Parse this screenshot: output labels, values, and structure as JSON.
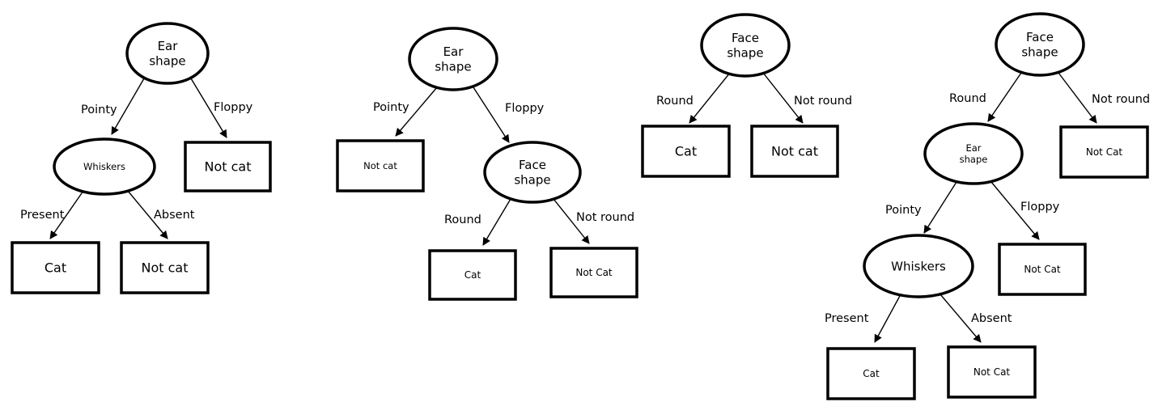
{
  "trees": [
    {
      "nodes": [
        {
          "id": "t1n1",
          "text": "Ear\nshape"
        },
        {
          "id": "t1n2",
          "text": "Whiskers"
        },
        {
          "id": "t1n3",
          "text": "Not cat"
        },
        {
          "id": "t1n4",
          "text": "Cat"
        },
        {
          "id": "t1n5",
          "text": "Not cat"
        }
      ],
      "edges": [
        {
          "from": "t1n1",
          "to": "t1n2",
          "label": "Pointy"
        },
        {
          "from": "t1n1",
          "to": "t1n3",
          "label": "Floppy"
        },
        {
          "from": "t1n2",
          "to": "t1n4",
          "label": "Present"
        },
        {
          "from": "t1n2",
          "to": "t1n5",
          "label": "Absent"
        }
      ]
    },
    {
      "nodes": [
        {
          "id": "t2n1",
          "text": "Ear\nshape"
        },
        {
          "id": "t2n2",
          "text": "Not cat"
        },
        {
          "id": "t2n3",
          "text": "Face\nshape"
        },
        {
          "id": "t2n4",
          "text": "Cat"
        },
        {
          "id": "t2n5",
          "text": "Not Cat"
        }
      ],
      "edges": [
        {
          "from": "t2n1",
          "to": "t2n2",
          "label": "Pointy"
        },
        {
          "from": "t2n1",
          "to": "t2n3",
          "label": "Floppy"
        },
        {
          "from": "t2n3",
          "to": "t2n4",
          "label": "Round"
        },
        {
          "from": "t2n3",
          "to": "t2n5",
          "label": "Not round"
        }
      ]
    },
    {
      "nodes": [
        {
          "id": "t3n1",
          "text": "Face\nshape"
        },
        {
          "id": "t3n2",
          "text": "Cat"
        },
        {
          "id": "t3n3",
          "text": "Not cat"
        }
      ],
      "edges": [
        {
          "from": "t3n1",
          "to": "t3n2",
          "label": "Round"
        },
        {
          "from": "t3n1",
          "to": "t3n3",
          "label": "Not round"
        }
      ]
    },
    {
      "nodes": [
        {
          "id": "t4n1",
          "text": "Face\nshape"
        },
        {
          "id": "t4n2",
          "text": "Ear\nshape"
        },
        {
          "id": "t4n3",
          "text": "Not Cat"
        },
        {
          "id": "t4n4",
          "text": "Whiskers"
        },
        {
          "id": "t4n5",
          "text": "Not Cat"
        },
        {
          "id": "t4n6",
          "text": "Cat"
        },
        {
          "id": "t4n7",
          "text": "Not Cat"
        }
      ],
      "edges": [
        {
          "from": "t4n1",
          "to": "t4n2",
          "label": "Round"
        },
        {
          "from": "t4n1",
          "to": "t4n3",
          "label": "Not round"
        },
        {
          "from": "t4n2",
          "to": "t4n4",
          "label": "Pointy"
        },
        {
          "from": "t4n2",
          "to": "t4n5",
          "label": "Floppy"
        },
        {
          "from": "t4n4",
          "to": "t4n6",
          "label": "Present"
        },
        {
          "from": "t4n4",
          "to": "t4n7",
          "label": "Absent"
        }
      ]
    }
  ]
}
